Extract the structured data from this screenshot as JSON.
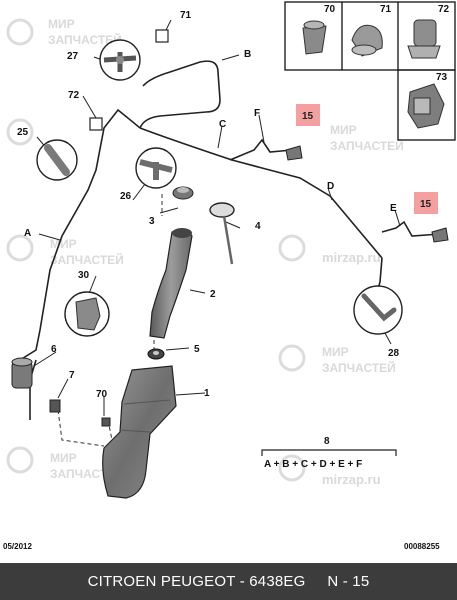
{
  "watermark": {
    "line1": "МИР",
    "line2": "ЗАПЧАСТЕЙ",
    "domain": "mirzap.ru"
  },
  "callouts": {
    "c1": "1",
    "c2": "2",
    "c3": "3",
    "c4": "4",
    "c5": "5",
    "c6": "6",
    "c7": "7",
    "c8": "8",
    "c15a": "15",
    "c15b": "15",
    "c25": "25",
    "c26": "26",
    "c27": "27",
    "c28": "28",
    "c30": "30",
    "c70a": "70",
    "c70b": "70",
    "c71a": "71",
    "c71b": "71",
    "c72a": "72",
    "c72b": "72",
    "c73": "73",
    "A": "A",
    "B": "B",
    "C": "C",
    "D": "D",
    "E": "E",
    "F": "F"
  },
  "formula": "A + B + C + D + E + F",
  "footer": {
    "date": "05/2012",
    "ref": "00088255"
  },
  "bottom_bar": {
    "title": "CITROEN PEUGEOT - 6438EG     N - 15"
  },
  "colors": {
    "highlight": "#f4a0a0",
    "bar": "#3c3c3c",
    "watermark": "#d9d9d9"
  }
}
